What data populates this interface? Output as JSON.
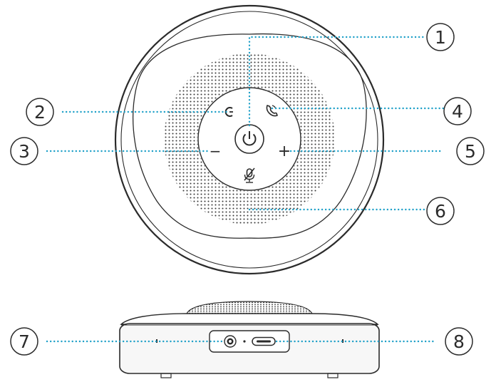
{
  "callouts": [
    {
      "id": "1",
      "label": "1",
      "target": "power-button"
    },
    {
      "id": "2",
      "label": "2",
      "target": "bluetooth-button"
    },
    {
      "id": "3",
      "label": "3",
      "target": "volume-down-button"
    },
    {
      "id": "4",
      "label": "4",
      "target": "call-button"
    },
    {
      "id": "5",
      "label": "5",
      "target": "volume-up-button"
    },
    {
      "id": "6",
      "label": "6",
      "target": "led-ring"
    },
    {
      "id": "7",
      "label": "7",
      "target": "aux-port"
    },
    {
      "id": "8",
      "label": "8",
      "target": "usb-c-port"
    }
  ],
  "buttons": {
    "minus": "−",
    "plus": "+"
  },
  "colors": {
    "leader": "#1fa0c8",
    "outline": "#2b2b2b",
    "grille": "#3a3a3a",
    "side_body": "#f7f7f7"
  }
}
